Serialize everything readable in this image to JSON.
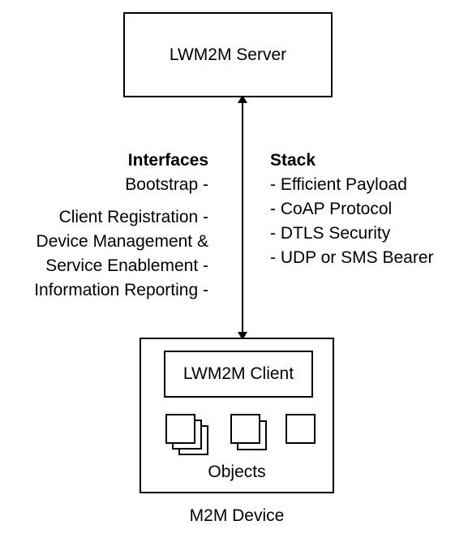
{
  "server": {
    "label": "LWM2M Server"
  },
  "interfaces": {
    "title": "Interfaces",
    "items": [
      "Bootstrap -",
      "Client Registration -",
      "Device Management &",
      "Service Enablement -",
      "Information Reporting -"
    ]
  },
  "stack": {
    "title": "Stack",
    "items": [
      "- Efficient Payload",
      "- CoAP Protocol",
      "- DTLS Security",
      "- UDP or SMS Bearer"
    ]
  },
  "device": {
    "client_label": "LWM2M Client",
    "objects_label": "Objects",
    "label": "M2M Device"
  }
}
